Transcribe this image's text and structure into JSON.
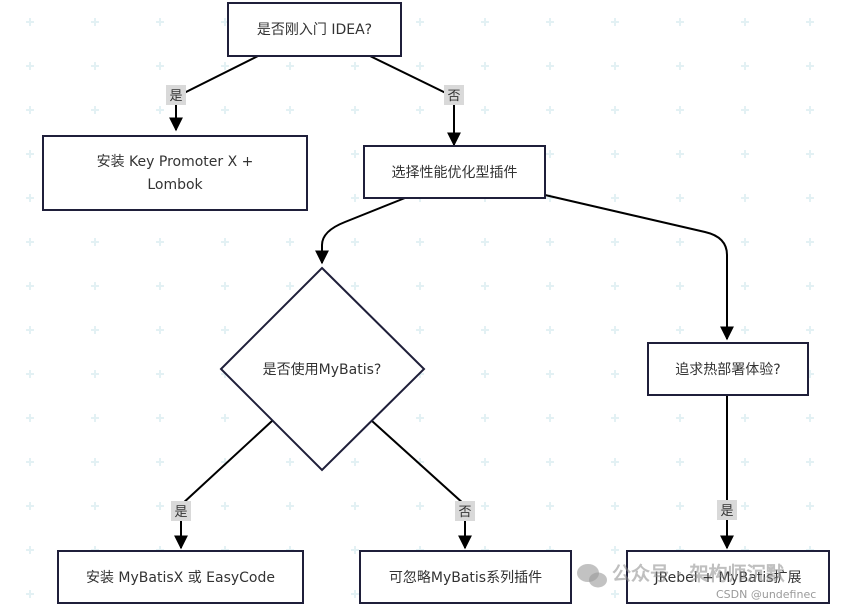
{
  "nodes": {
    "start": "是否刚入门 IDEA?",
    "key_promoter": [
      "安装 Key Promoter X +",
      "Lombok"
    ],
    "choose_perf": "选择性能优化型插件",
    "use_mybatis": "是否使用MyBatis?",
    "hot_deploy": "追求热部署体验?",
    "mybatisx": "安装 MyBatisX 或 EasyCode",
    "ignore_mybatis": "可忽略MyBatis系列插件",
    "jrebel": "JRebel + MyBatis扩展"
  },
  "edge_labels": {
    "start_to_keypromoter": "是",
    "start_to_choose": "否",
    "mybatis_to_install": "是",
    "mybatis_to_ignore": "否",
    "hotdeploy_to_jrebel": "是"
  },
  "watermark": {
    "brand": "公众号 · 架构师沉默",
    "source": "CSDN @undefinec"
  },
  "colors": {
    "stroke": "#1f1f3a",
    "edge": "#000000",
    "grid": "#e3f1f4",
    "label_bg": "#d9d9d9"
  }
}
